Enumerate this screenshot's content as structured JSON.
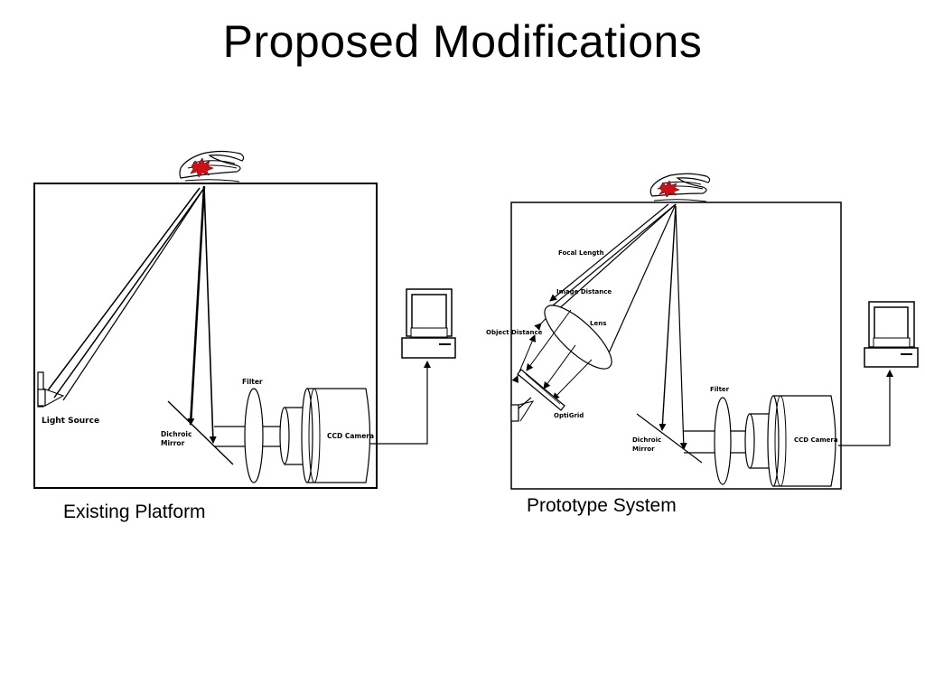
{
  "slide": {
    "title": "Proposed Modifications"
  },
  "left_diagram": {
    "caption": "Existing Platform",
    "labels": {
      "light_source": "Light Source",
      "filter": "Filter",
      "dichroic_line1": "Dichroic",
      "dichroic_line2": "Mirror",
      "ccd_camera": "CCD Camera"
    }
  },
  "right_diagram": {
    "caption": "Prototype System",
    "labels": {
      "focal_length": "Focal Length",
      "image_distance": "Image Distance",
      "object_distance": "Object Distance",
      "lens": "Lens",
      "optigrid": "OptiGrid",
      "filter": "Filter",
      "dichroic_line1": "Dichroic",
      "dichroic_line2": "Mirror",
      "ccd_camera": "CCD Camera"
    }
  },
  "colors": {
    "finger_spot": "#d01018",
    "line": "#000000",
    "monitor_screen": "#ffffff"
  }
}
